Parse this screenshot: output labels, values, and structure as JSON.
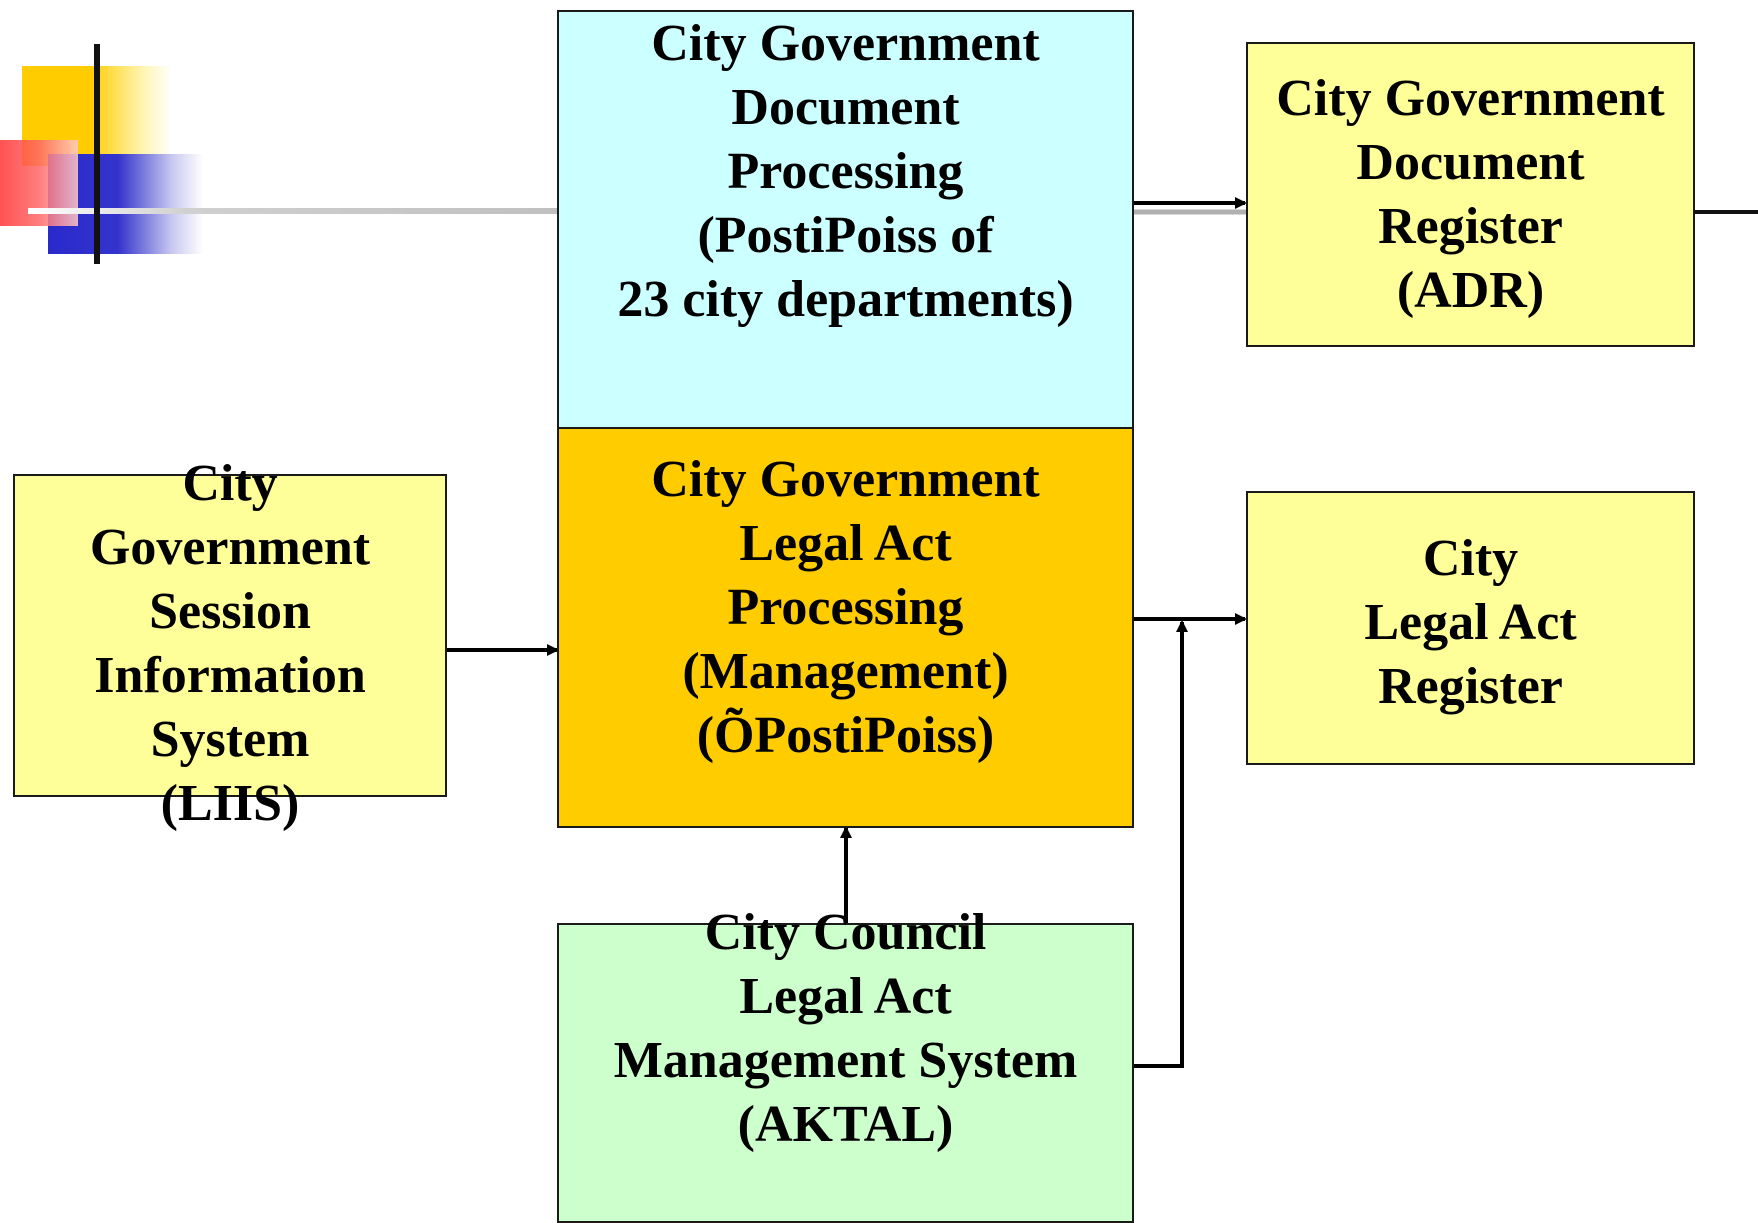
{
  "colors": {
    "cyan_box": "#ccffff",
    "orange_box": "#ffcc00",
    "yellow_box": "#ffff99",
    "green_box": "#ccffcc",
    "line": "#000000",
    "deco_yellow": "#ffcc00",
    "deco_red": "#ff3333",
    "deco_blue": "#3333cc",
    "deco_gray_line": "#c8c8c8"
  },
  "boxes": {
    "doc_processing": {
      "label": "City Government\nDocument\nProcessing\n(PostiPoiss of\n23 city departments)"
    },
    "doc_register": {
      "label": "City Government\nDocument\nRegister\n(ADR)"
    },
    "session_system": {
      "label": "City\nGovernment\nSession\nInformation\nSystem\n(LIIS)"
    },
    "legal_act_processing": {
      "label": "City Government\nLegal Act\nProcessing\n(Management)\n(ÕPostiPoiss)"
    },
    "legal_act_register": {
      "label": "City\nLegal Act\nRegister"
    },
    "council_system": {
      "label": "City Council\nLegal Act\nManagement System\n(AKTAL)"
    }
  },
  "connections": [
    {
      "from": "doc_processing",
      "to": "doc_register",
      "kind": "arrow"
    },
    {
      "from": "session_system",
      "to": "legal_act_processing",
      "kind": "arrow"
    },
    {
      "from": "legal_act_processing",
      "to": "legal_act_register",
      "kind": "arrow"
    },
    {
      "from": "council_system",
      "to": "legal_act_processing",
      "kind": "arrow"
    },
    {
      "from": "council_system",
      "to": "legal_act_register",
      "kind": "arrow"
    }
  ]
}
